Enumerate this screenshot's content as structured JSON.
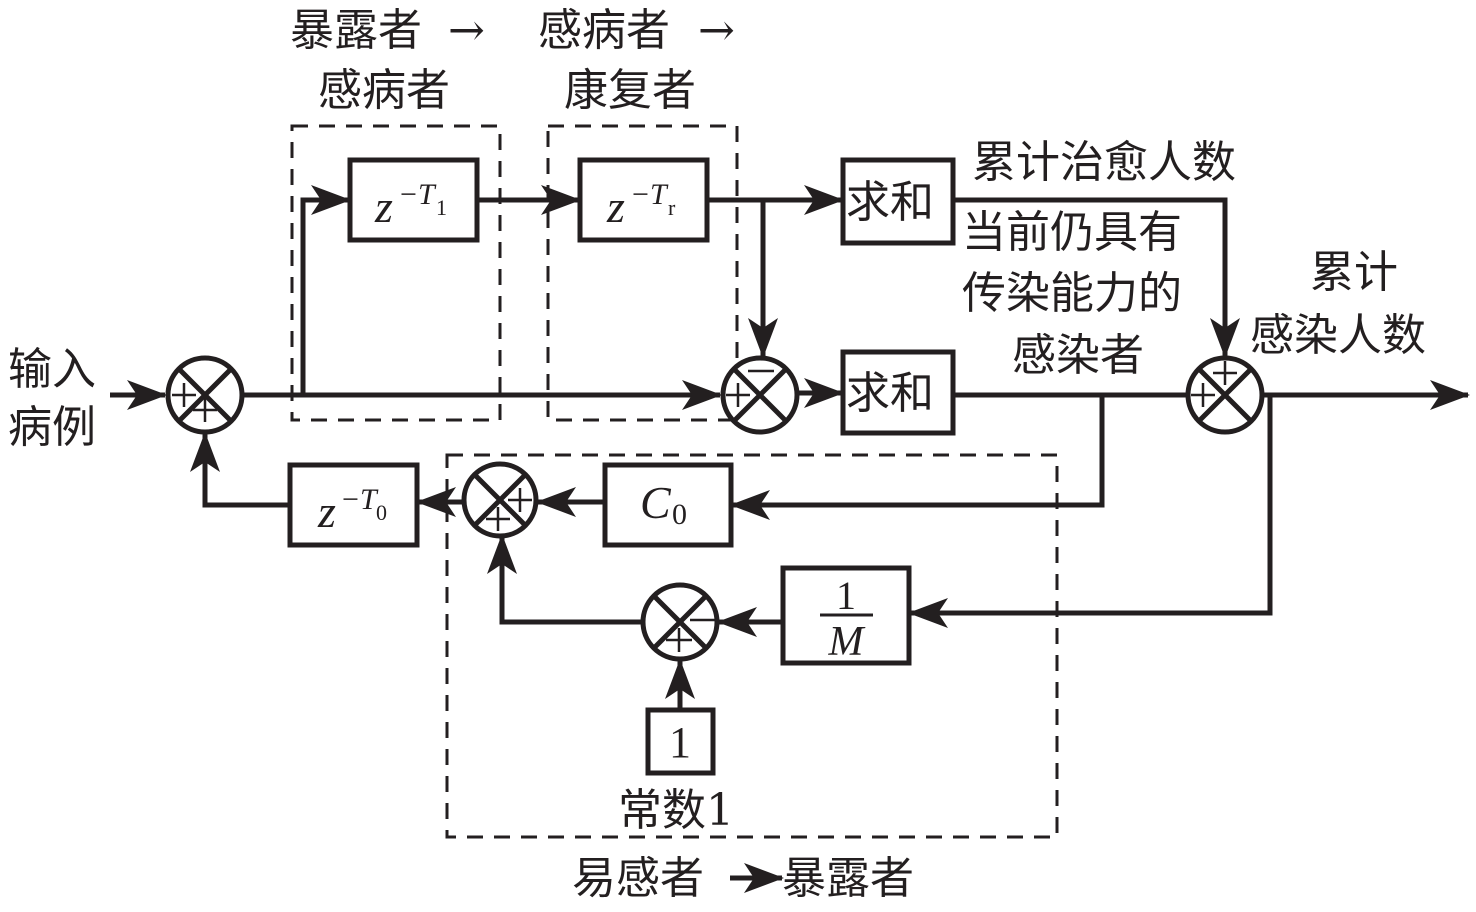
{
  "diagram": {
    "type": "block-diagram",
    "colors": {
      "ink": "#231f20",
      "background": "#ffffff"
    },
    "labels": {
      "input_line1": "输入",
      "input_line2": "病例",
      "stage1_line1": "暴露者",
      "stage1_arrow": "→",
      "stage1_line2": "感病者",
      "stage2_line1": "感病者",
      "stage2_arrow": "→",
      "stage2_line2": "康复者",
      "cum_recovered": "累计治愈人数",
      "current_infectious_line1": "当前仍具有",
      "current_infectious_line2": "传染能力的",
      "current_infectious_line3": "感染者",
      "cum_infected_line1": "累计",
      "cum_infected_line2": "感染人数",
      "constant_label": "常数1",
      "stage3_from": "易感者",
      "stage3_to": "暴露者"
    },
    "blocks": {
      "delay_t1": {
        "base": "z",
        "exp_sign": "−",
        "exp_var": "T",
        "exp_sub": "1"
      },
      "delay_tr": {
        "base": "z",
        "exp_sign": "−",
        "exp_var": "T",
        "exp_sub": "r"
      },
      "delay_t0": {
        "base": "z",
        "exp_sign": "−",
        "exp_var": "T",
        "exp_sub": "0"
      },
      "sum_top": "求和",
      "sum_mid": "求和",
      "gain_c0": {
        "var": "C",
        "sub": "0"
      },
      "gain_inv_m": {
        "num": "1",
        "den": "M"
      },
      "constant": "1"
    },
    "summing_junctions": {
      "sum_input": {
        "signs": [
          "+",
          "+"
        ]
      },
      "sum_diff": {
        "signs": [
          "+",
          "−"
        ]
      },
      "sum_output": {
        "signs": [
          "+",
          "+"
        ]
      },
      "sum_c0": {
        "signs": [
          "+",
          "+"
        ]
      },
      "sum_m": {
        "signs": [
          "+",
          "−"
        ]
      }
    }
  }
}
